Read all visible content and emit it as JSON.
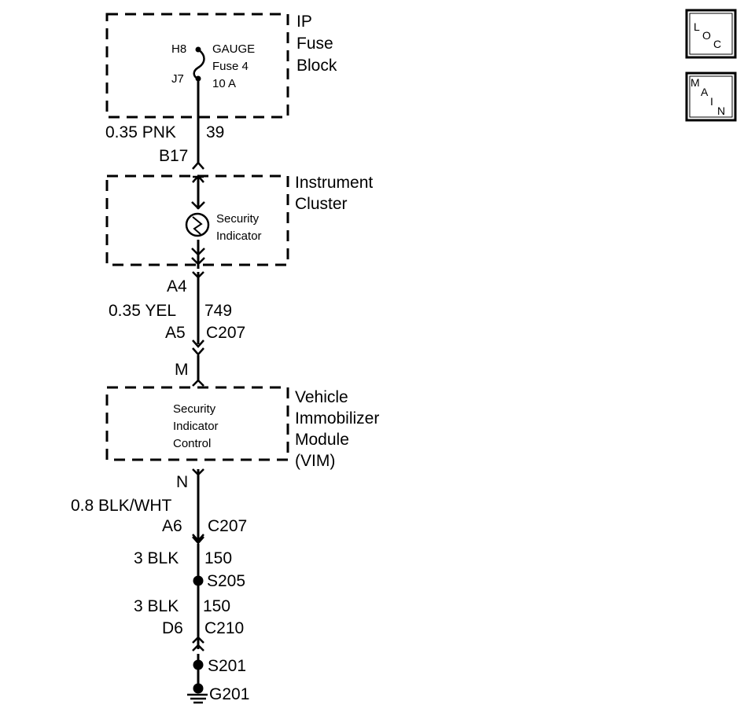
{
  "components": {
    "fuse_block": {
      "label_lines": [
        "IP",
        "Fuse",
        "Block"
      ],
      "fuse_lines": [
        "GAUGE",
        "Fuse 4",
        "10 A"
      ],
      "pin_top": "H8",
      "pin_bottom": "J7"
    },
    "instrument_cluster": {
      "label_lines": [
        "Instrument",
        "Cluster"
      ],
      "element_lines": [
        "Security",
        "Indicator"
      ]
    },
    "vim": {
      "label_lines": [
        "Vehicle",
        "Immobilizer",
        "Module",
        "(VIM)"
      ],
      "element_lines": [
        "Security",
        "Indicator",
        "Control"
      ]
    }
  },
  "wires": {
    "w1_gauge": "0.35 PNK",
    "w1_circuit": "39",
    "w2_gauge": "0.35 YEL",
    "w2_circuit": "749",
    "w3_gauge": "0.8 BLK/WHT",
    "w4_gauge": "3 BLK",
    "w4_circuit": "150",
    "w5_gauge": "3 BLK",
    "w5_circuit": "150"
  },
  "connectors": {
    "b17": "B17",
    "a4": "A4",
    "a5": "A5",
    "c207_a": "C207",
    "m": "M",
    "n": "N",
    "a6": "A6",
    "c207_b": "C207",
    "d6": "D6",
    "c210": "C210"
  },
  "splices": {
    "s205": "S205",
    "s201": "S201"
  },
  "ground": {
    "g201": "G201"
  },
  "nav": {
    "loc": {
      "letters": [
        "L",
        "O",
        "C"
      ]
    },
    "main": {
      "letters": [
        "M",
        "A",
        "I",
        "N"
      ]
    }
  }
}
